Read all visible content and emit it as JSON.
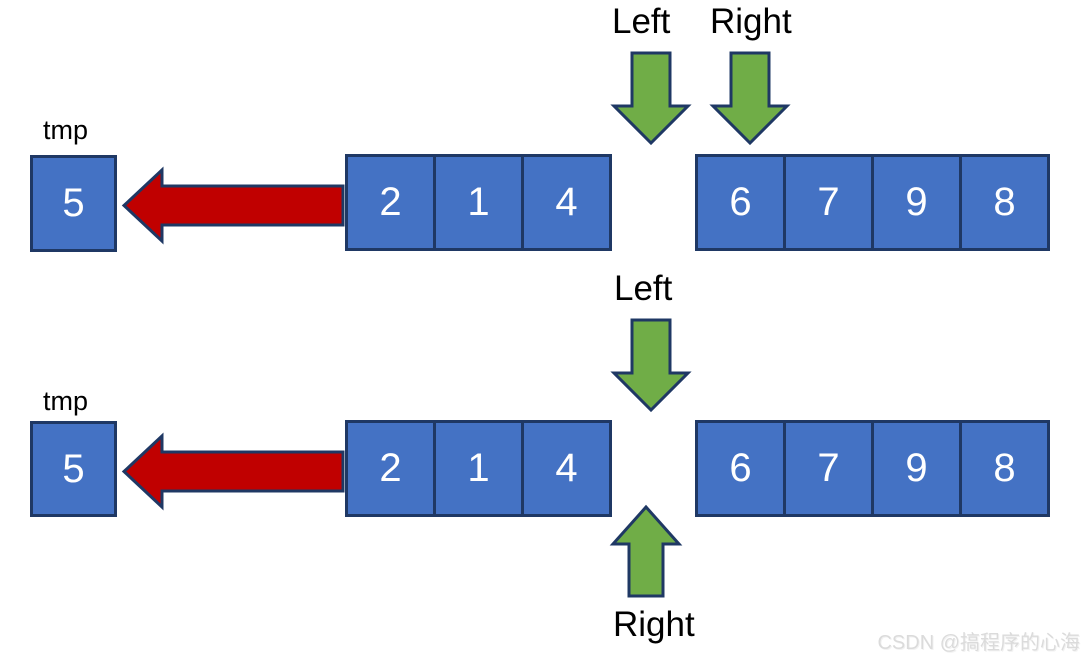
{
  "colors": {
    "cell_fill": "#4472C4",
    "cell_border": "#1F3864",
    "pointer_arrow_fill": "#70AD47",
    "move_arrow_fill": "#C00000",
    "label_color": "#000000",
    "value_color": "#FFFFFF",
    "watermark_color": "#DBDBDB"
  },
  "steps": [
    {
      "tmp_label": "tmp",
      "tmp_value": "5",
      "left_pointer_label": "Left",
      "right_pointer_label": "Right",
      "left_array": [
        "2",
        "1",
        "4"
      ],
      "right_array": [
        "6",
        "7",
        "9",
        "8"
      ]
    },
    {
      "tmp_label": "tmp",
      "tmp_value": "5",
      "left_pointer_label": "Left",
      "right_pointer_label": "Right",
      "left_array": [
        "2",
        "1",
        "4"
      ],
      "right_array": [
        "6",
        "7",
        "9",
        "8"
      ]
    }
  ],
  "watermark": "CSDN @搞程序的心海"
}
